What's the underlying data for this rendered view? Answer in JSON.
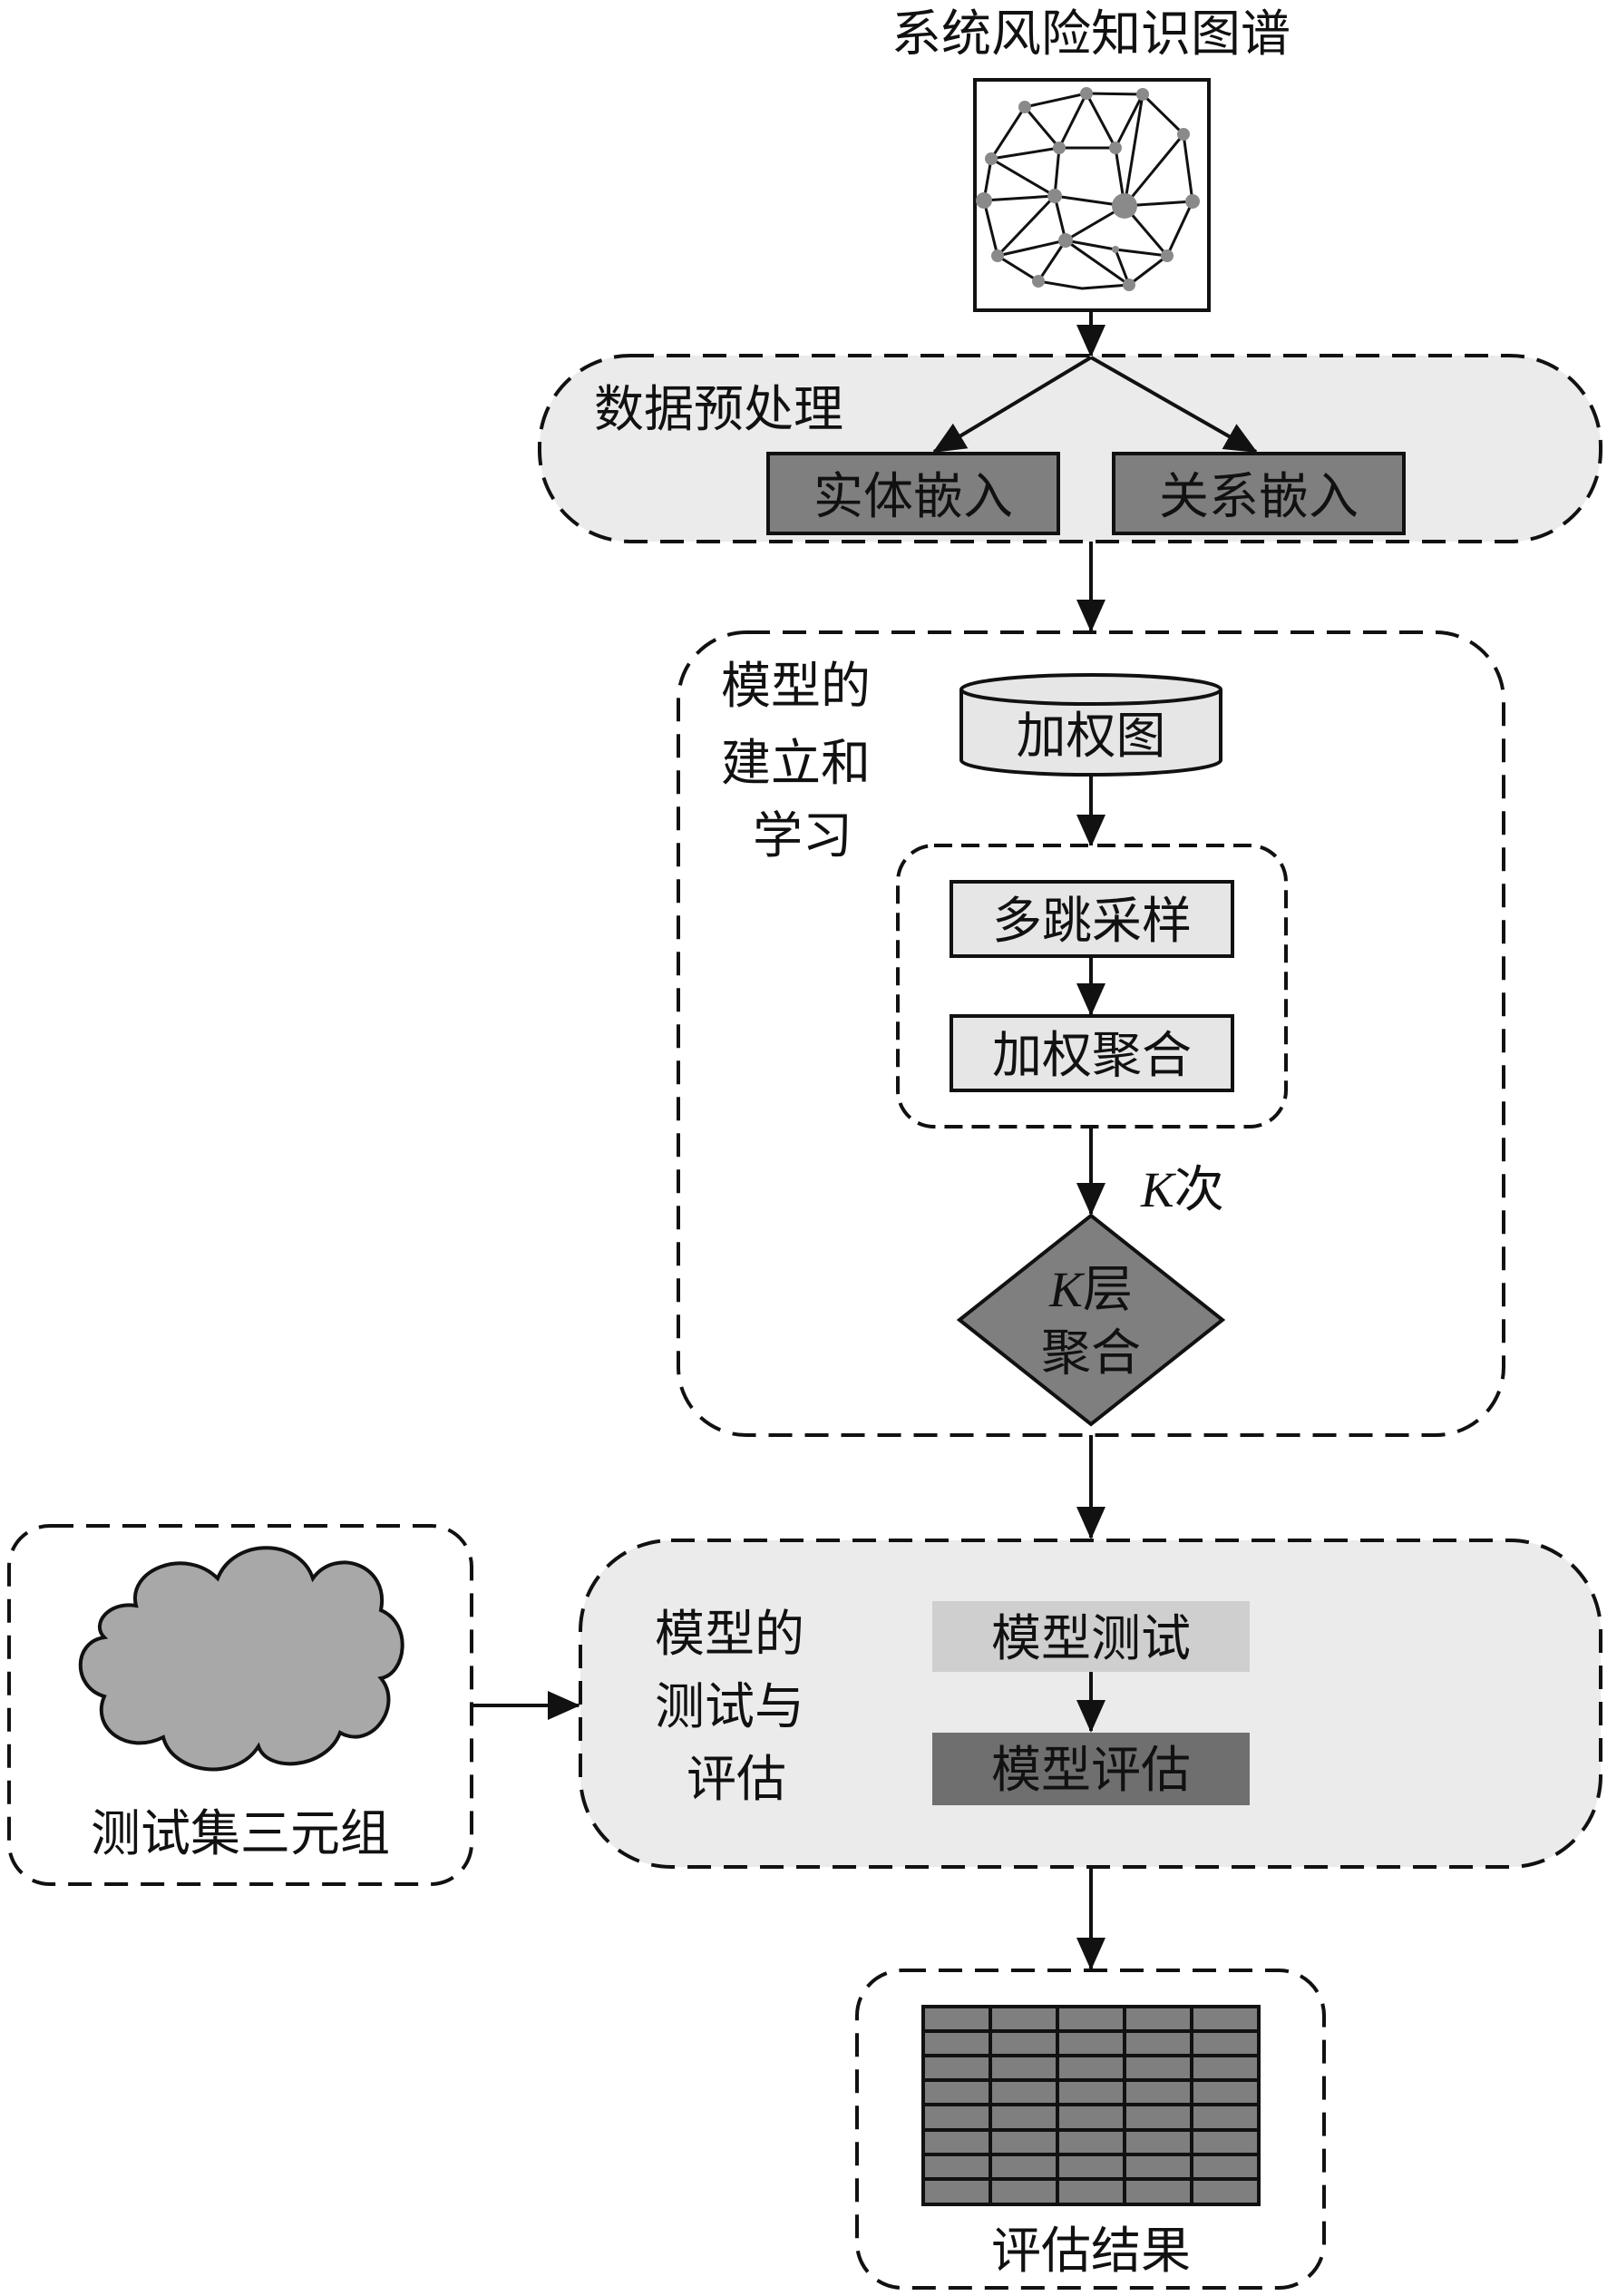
{
  "kg": {
    "title": "系统风险知识图谱"
  },
  "preprocess": {
    "label": "数据预处理",
    "entity_embed": "实体嵌入",
    "relation_embed": "关系嵌入"
  },
  "model_build": {
    "label_lines": [
      "模型的",
      "建立和",
      "学习"
    ],
    "weighted_graph": "加权图",
    "multi_hop_sampling": "多跳采样",
    "weighted_aggregation": "加权聚合",
    "k_times_var": "K",
    "k_times_text": "次",
    "k_layer_var": "K",
    "k_layer_text": "层",
    "k_layer_line2": "聚合"
  },
  "test_set": {
    "label": "测试集三元组"
  },
  "model_test": {
    "label_lines": [
      "模型的",
      "测试与",
      "评估"
    ],
    "test": "模型测试",
    "eval": "模型评估"
  },
  "result": {
    "label": "评估结果"
  },
  "colors": {
    "stroke": "#111111",
    "light_fill": "#e6e6e6",
    "mid_fill": "#a8a8a8",
    "dark_fill": "#7f7f7f",
    "region_fill": "#ebebeb"
  }
}
